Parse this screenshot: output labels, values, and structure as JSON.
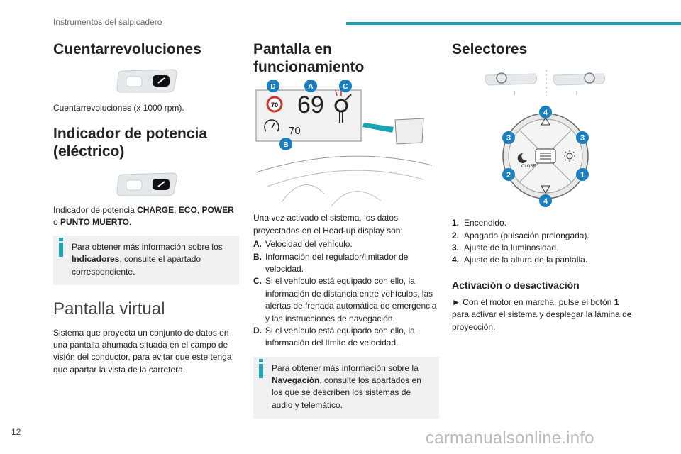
{
  "running_head": "Instrumentos del salpicadero",
  "page_number": "12",
  "watermark": "carmanualsonline.info",
  "colors": {
    "accent": "#1aa3b4",
    "badge": "#1a7fc1",
    "box_bg": "#f0f0f0"
  },
  "col1": {
    "h1": "Cuentarrevoluciones",
    "p1": "Cuentarrevoluciones (x 1000 rpm).",
    "h2": "Indicador de potencia (eléctrico)",
    "p2": {
      "prefix": "Indicador de potencia ",
      "b1": "CHARGE",
      "sep1": ", ",
      "b2": "ECO",
      "sep2": ", ",
      "b3": "POWER",
      "mid": " o ",
      "b4": "PUNTO MUERTO",
      "end": "."
    },
    "info1": {
      "prefix": "Para obtener más información sobre los ",
      "bold": "Indicadores",
      "suffix": ", consulte el apartado correspondiente."
    },
    "h3": "Pantalla virtual",
    "p3": "Sistema que proyecta un conjunto de datos en una pantalla ahumada situada en el campo de visión del conductor, para evitar que este tenga que apartar la vista de la carretera."
  },
  "col2": {
    "h1": "Pantalla en funcionamiento",
    "diagram": {
      "speed": "69",
      "limit": "70",
      "cruise": "70",
      "labels": [
        "D",
        "A",
        "C",
        "B"
      ]
    },
    "intro": "Una vez activado el sistema, los datos proyectados en el Head-up display son:",
    "items": [
      {
        "k": "A.",
        "v": "Velocidad del vehículo."
      },
      {
        "k": "B.",
        "v": "Información del regulador/limitador de velocidad."
      },
      {
        "k": "C.",
        "v": "Si el vehículo está equipado con ello, la información de distancia entre vehículos, las alertas de frenada automática de emergencia y las instrucciones de navegación."
      },
      {
        "k": "D.",
        "v": "Si el vehículo está equipado con ello, la información del límite de velocidad."
      }
    ],
    "info2": {
      "prefix": "Para obtener más información sobre la ",
      "bold": "Navegación",
      "suffix": ", consulte los apartados en los que se describen los sistemas de audio y telemático."
    }
  },
  "col3": {
    "h1": "Selectores",
    "control": {
      "close": "CLOSE",
      "badges": [
        "4",
        "3",
        "3",
        "2",
        "1",
        "4"
      ]
    },
    "items": [
      {
        "k": "1.",
        "v": "Encendido."
      },
      {
        "k": "2.",
        "v": "Apagado (pulsación prolongada)."
      },
      {
        "k": "3.",
        "v": "Ajuste de la luminosidad."
      },
      {
        "k": "4.",
        "v": "Ajuste de la altura de la pantalla."
      }
    ],
    "h2": "Activación o desactivación",
    "p1": {
      "arrow": "►",
      "prefix": " Con el motor en marcha, pulse el botón ",
      "bold": "1",
      "suffix": " para activar el sistema y desplegar la lámina de proyección."
    }
  }
}
